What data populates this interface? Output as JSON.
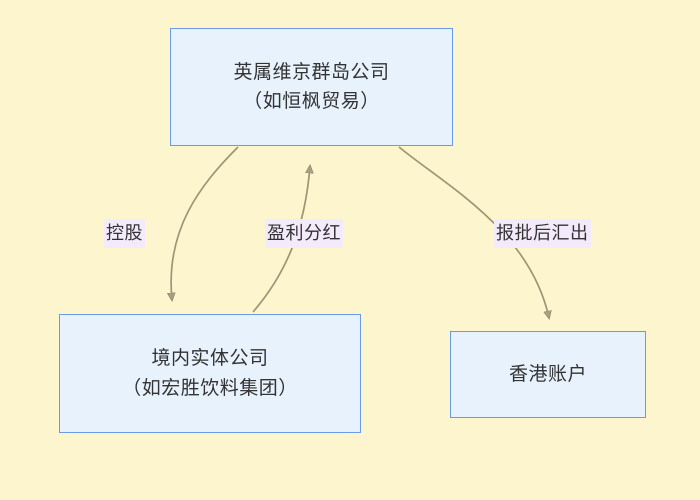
{
  "diagram": {
    "type": "flowchart",
    "background_color": "#fcf5ce",
    "node_fill_color": "#e7f2fd",
    "node_border_color": "#6b9be8",
    "edge_color": "#9d9576",
    "label_background_color": "#f3eafb",
    "text_color": "#333333",
    "nodes": [
      {
        "id": "bvi",
        "name": "bvi-company-node",
        "lines": [
          "英属维京群岛公司",
          "（如恒枫贸易）"
        ]
      },
      {
        "id": "domestic",
        "name": "domestic-entity-node",
        "lines": [
          "境内实体公司",
          "（如宏胜饮料集团）"
        ]
      },
      {
        "id": "hk",
        "name": "hong-kong-account-node",
        "lines": [
          "香港账户"
        ]
      }
    ],
    "edges": [
      {
        "id": "holding",
        "label": "控股",
        "from": "bvi",
        "to": "domestic",
        "direction": "down"
      },
      {
        "id": "dividend",
        "label": "盈利分红",
        "from": "domestic",
        "to": "bvi",
        "direction": "up"
      },
      {
        "id": "remit",
        "label": "报批后汇出",
        "from": "bvi",
        "to": "hk",
        "direction": "down"
      }
    ]
  }
}
